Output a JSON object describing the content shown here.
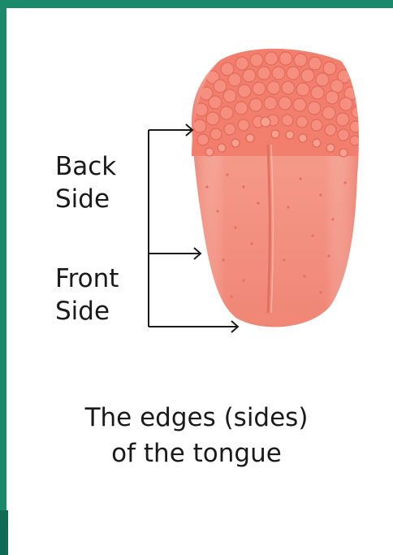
{
  "labels": {
    "back_line1": "Back",
    "back_line2": "Side",
    "front_line1": "Front",
    "front_line2": "Side"
  },
  "caption": {
    "line1": "The edges (sides)",
    "line2": "of the tongue"
  },
  "colors": {
    "frame": "#1b8a6b",
    "tongue": "#f08a7e",
    "papillae": "#f47a6a"
  }
}
